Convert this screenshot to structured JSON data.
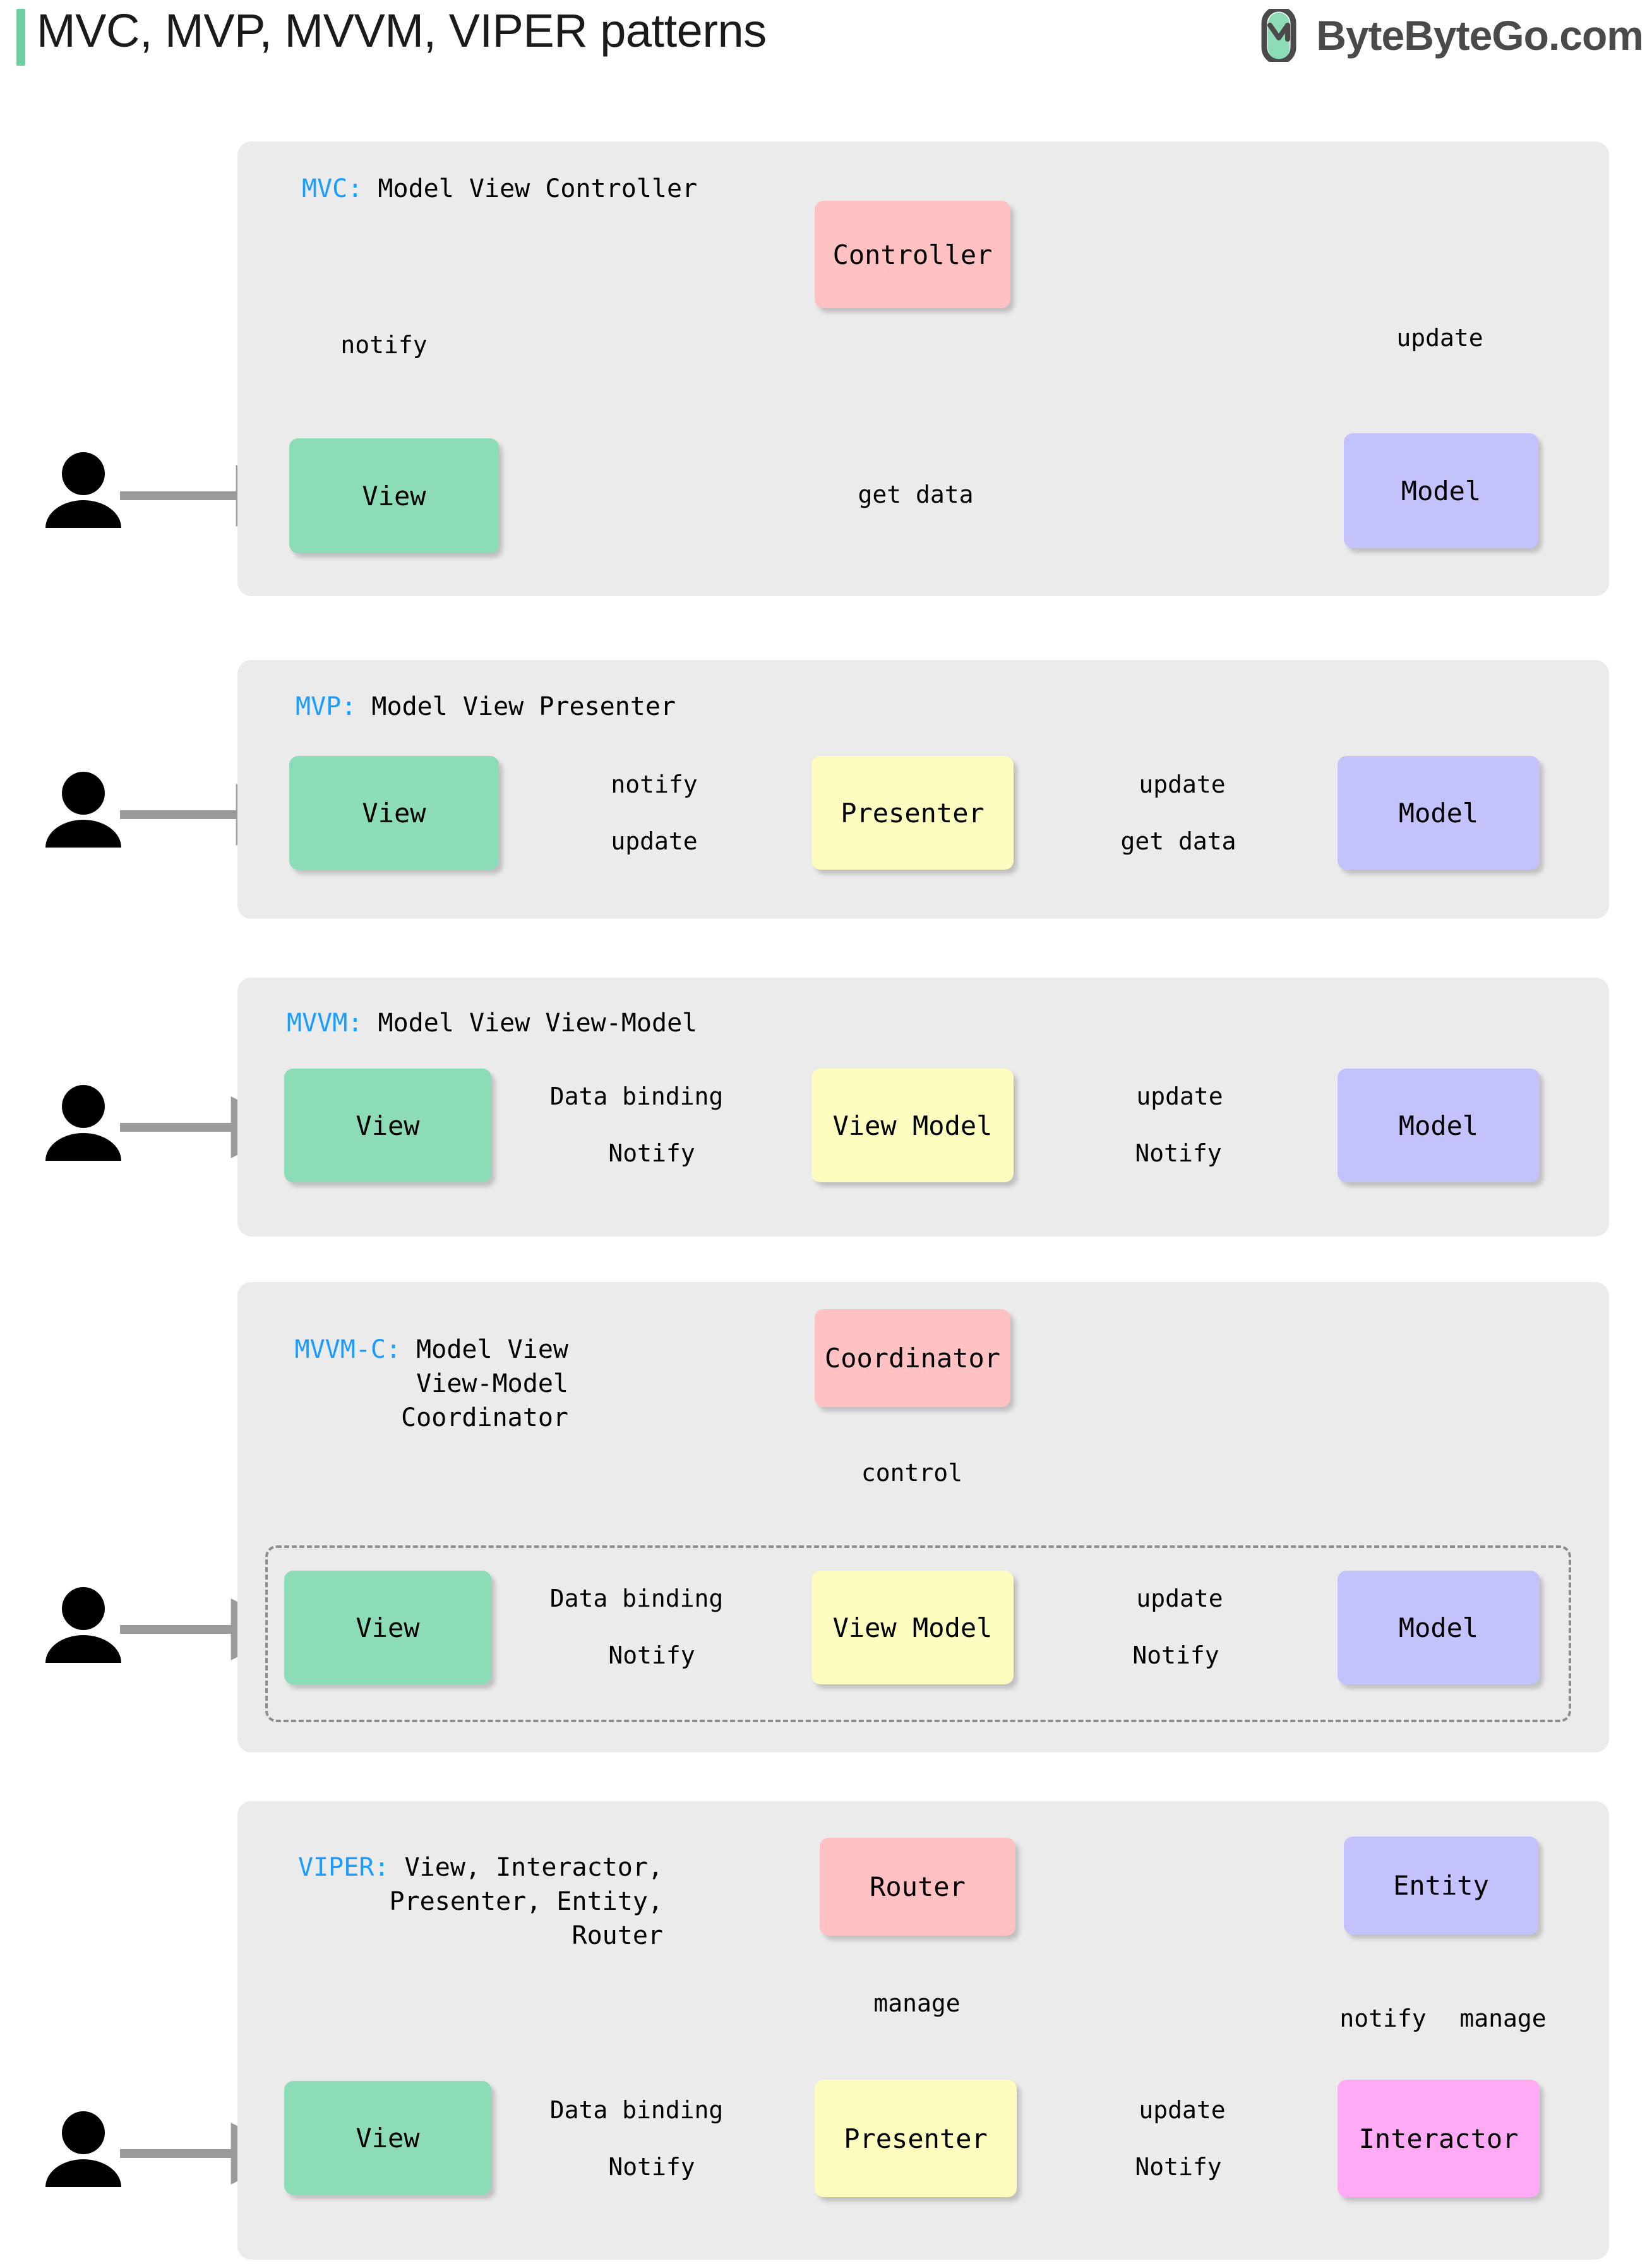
{
  "header": {
    "title": "MVC, MVP, MVVM, VIPER patterns",
    "brand_text": "ByteByteGo.com",
    "accent_color": "#6ecfa4",
    "brand_color": "#4a4a4a"
  },
  "palette": {
    "panel_bg": "#ebebeb",
    "view": "#8cdcb8",
    "model": "#c4c2fb",
    "controller": "#ffc1c1",
    "presenter": "#fcfcbe",
    "interactor": "#ffaaf5",
    "arrow": "#9a9a9a",
    "keyword": "#1a9dff"
  },
  "sections": [
    {
      "id": "mvc",
      "key": "MVC:",
      "caption_lines": [
        "Model View Controller"
      ],
      "nodes": [
        {
          "name": "View",
          "kind": "view"
        },
        {
          "name": "Controller",
          "kind": "controller"
        },
        {
          "name": "Model",
          "kind": "model"
        }
      ],
      "edges": [
        {
          "label": "",
          "from": "user",
          "to": "View"
        },
        {
          "label": "notify",
          "from": "View",
          "to": "Controller"
        },
        {
          "label": "update",
          "from": "Controller",
          "to": "Model"
        },
        {
          "label": "get data",
          "from": "Model",
          "to": "View"
        }
      ]
    },
    {
      "id": "mvp",
      "key": "MVP:",
      "caption_lines": [
        "Model View Presenter"
      ],
      "nodes": [
        {
          "name": "View",
          "kind": "view"
        },
        {
          "name": "Presenter",
          "kind": "presenter"
        },
        {
          "name": "Model",
          "kind": "model"
        }
      ],
      "edges": [
        {
          "label": "",
          "from": "user",
          "to": "View"
        },
        {
          "label": "notify",
          "from": "View",
          "to": "Presenter"
        },
        {
          "label": "update",
          "from": "Presenter",
          "to": "Model"
        },
        {
          "label": "update",
          "from": "Presenter",
          "to": "View"
        },
        {
          "label": "get data",
          "from": "Model",
          "to": "Presenter"
        }
      ]
    },
    {
      "id": "mvvm",
      "key": "MVVM:",
      "caption_lines": [
        "Model View View-Model"
      ],
      "nodes": [
        {
          "name": "View",
          "kind": "view"
        },
        {
          "name": "View Model",
          "kind": "presenter"
        },
        {
          "name": "Model",
          "kind": "model"
        }
      ],
      "edges": [
        {
          "label": "",
          "from": "user",
          "to": "View"
        },
        {
          "label": "Data binding",
          "from": "View",
          "to": "View Model"
        },
        {
          "label": "update",
          "from": "View Model",
          "to": "Model"
        },
        {
          "label": "Notify",
          "from": "View Model",
          "to": "View",
          "style": "dashed"
        },
        {
          "label": "Notify",
          "from": "Model",
          "to": "View Model",
          "style": "dashed"
        }
      ]
    },
    {
      "id": "mvvmc",
      "key": "MVVM-C:",
      "caption_lines": [
        "Model View",
        "View-Model",
        "Coordinator"
      ],
      "nodes": [
        {
          "name": "Coordinator",
          "kind": "controller"
        },
        {
          "name": "View",
          "kind": "view"
        },
        {
          "name": "View Model",
          "kind": "presenter"
        },
        {
          "name": "Model",
          "kind": "model"
        }
      ],
      "edges": [
        {
          "label": "",
          "from": "user",
          "to": "View"
        },
        {
          "label": "control",
          "from": "Coordinator",
          "to": "View Model"
        },
        {
          "label": "Data binding",
          "from": "View",
          "to": "View Model"
        },
        {
          "label": "update",
          "from": "View Model",
          "to": "Model"
        },
        {
          "label": "Notify",
          "from": "View Model",
          "to": "View",
          "style": "dashed"
        },
        {
          "label": "Notify",
          "from": "Model",
          "to": "View Model",
          "style": "dashed"
        }
      ]
    },
    {
      "id": "viper",
      "key": "VIPER:",
      "caption_lines": [
        "View, Interactor,",
        "Presenter, Entity,",
        "Router"
      ],
      "nodes": [
        {
          "name": "Router",
          "kind": "controller"
        },
        {
          "name": "Entity",
          "kind": "model"
        },
        {
          "name": "View",
          "kind": "view"
        },
        {
          "name": "Presenter",
          "kind": "presenter"
        },
        {
          "name": "Interactor",
          "kind": "interactor"
        }
      ],
      "edges": [
        {
          "label": "",
          "from": "user",
          "to": "View"
        },
        {
          "label": "manage",
          "from": "Router",
          "to": "Presenter"
        },
        {
          "label": "Data binding",
          "from": "View",
          "to": "Presenter"
        },
        {
          "label": "update",
          "from": "Presenter",
          "to": "Interactor"
        },
        {
          "label": "Notify",
          "from": "Presenter",
          "to": "View",
          "style": "dashed"
        },
        {
          "label": "Notify",
          "from": "Interactor",
          "to": "Presenter",
          "style": "dashed"
        },
        {
          "label": "notify",
          "from": "Entity",
          "to": "Interactor"
        },
        {
          "label": "manage",
          "from": "Interactor",
          "to": "Entity"
        }
      ]
    }
  ],
  "labels": {
    "mvc_notify": "notify",
    "mvc_update": "update",
    "mvc_getdata": "get data",
    "mvp_notify": "notify",
    "mvp_update_r": "update",
    "mvp_update_l": "update",
    "mvp_getdata": "get data",
    "mvvm_db": "Data binding",
    "mvvm_update": "update",
    "mvvm_notify_l": "Notify",
    "mvvm_notify_r": "Notify",
    "mvvmc_control": "control",
    "mvvmc_db": "Data binding",
    "mvvmc_update": "update",
    "mvvmc_notify_l": "Notify",
    "mvvmc_notify_r": "Notify",
    "viper_manage": "manage",
    "viper_db": "Data binding",
    "viper_update": "update",
    "viper_notify_l": "Notify",
    "viper_notify_r": "Notify",
    "viper_e_notify": "notify",
    "viper_e_manage": "manage"
  },
  "node_text": {
    "view": "View",
    "model": "Model",
    "controller": "Controller",
    "presenter": "Presenter",
    "view_model": "View Model",
    "coordinator": "Coordinator",
    "router": "Router",
    "entity": "Entity",
    "interactor": "Interactor"
  }
}
